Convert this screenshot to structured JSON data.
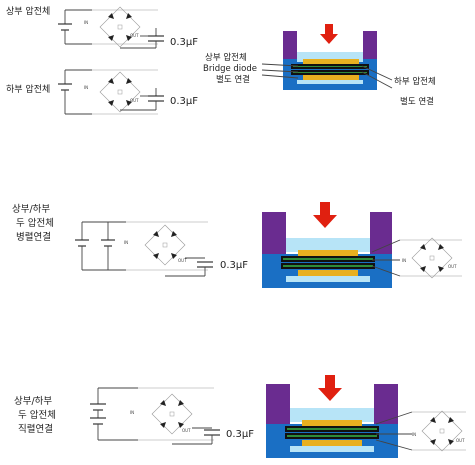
{
  "labels": {
    "row1_upper": "상부 압전체",
    "row1_lower": "하부 압전체",
    "row2_line1": "상부/하부",
    "row2_line2": "두 압전체",
    "row2_line3": "병렬연결",
    "row3_line1": "상부/하부",
    "row3_line2": "두 압전체",
    "row3_line3": "직렬연결",
    "device_upper": "상부 압전체",
    "device_bridge": "Bridge diode",
    "device_connect": "별도 연결",
    "device_lower": "하부 압전체",
    "device_connect2": "별도 연결"
  },
  "capacitance": "0.3μF",
  "bridge_in": "IN",
  "bridge_out": "OUT",
  "colors": {
    "pillar": "#6a2c90",
    "base": "#1a6fc4",
    "cavity": "#b7e4f7",
    "arrow": "#e02010",
    "plate": "#2e8b3a",
    "electrode": "#e8b020"
  }
}
